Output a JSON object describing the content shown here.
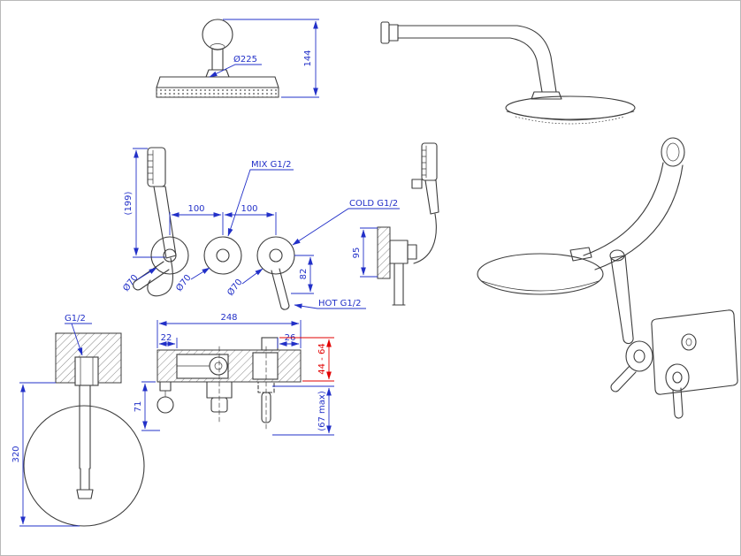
{
  "drawing": {
    "overhead": {
      "diameter": "Ø225",
      "height": "144"
    },
    "handshower": {
      "length": "(199)"
    },
    "mixer": {
      "mix_label": "MIX G1/2",
      "cold_label": "COLD G1/2",
      "hot_label": "HOT G1/2",
      "pitch_left": "100",
      "pitch_right": "100",
      "dia_1": "Ø70",
      "dia_2": "Ø70",
      "dia_3": "Ø70",
      "lever_drop": "82"
    },
    "side": {
      "depth": "95"
    },
    "spout": {
      "thread": "G1/2",
      "height": "320"
    },
    "section": {
      "width": "248",
      "offset_left": "22",
      "offset_right": "26",
      "wall_range": "44 - 64",
      "body_height": "71",
      "max_depth": "(67 max)"
    },
    "colors": {
      "line": "#3c3c3c",
      "dimension": "#2230c8",
      "alert": "#e20000"
    }
  }
}
